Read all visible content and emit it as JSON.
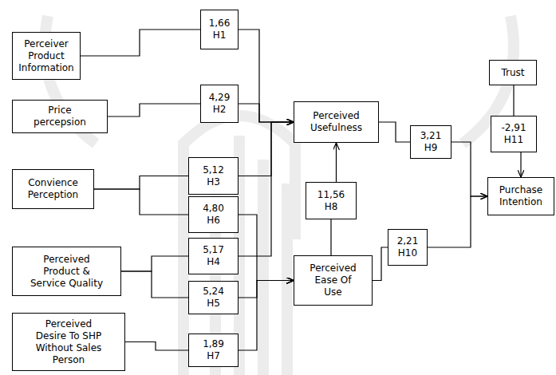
{
  "diagram": {
    "nodes": [
      {
        "text": [
          "Perceiver Product Information"
        ]
      },
      {
        "text": [
          "1,66",
          "H1"
        ]
      },
      {
        "text": [
          "Price percepsion"
        ]
      },
      {
        "text": [
          "4,29",
          "H2"
        ]
      },
      {
        "text": [
          "Trust"
        ]
      },
      {
        "text": [
          "Perceived Usefulness"
        ]
      },
      {
        "text": [
          "3,21",
          "H9"
        ]
      },
      {
        "text": [
          "-2,91",
          "H11"
        ]
      },
      {
        "text": [
          "Convience Perception"
        ]
      },
      {
        "text": [
          "5,12",
          "H3"
        ]
      },
      {
        "text": [
          "Purchase Intention"
        ]
      },
      {
        "text": [
          "4,80",
          "H6"
        ]
      },
      {
        "text": [
          "11,56",
          "H8"
        ]
      },
      {
        "text": [
          "Perceived Product & Service Quality"
        ]
      },
      {
        "text": [
          "5,17",
          "H4"
        ]
      },
      {
        "text": [
          "2,21",
          "H10"
        ]
      },
      {
        "text": [
          "5,24",
          "H5"
        ]
      },
      {
        "text": [
          "Perceived Ease Of Use"
        ]
      },
      {
        "text": [
          "Perceived Desire To SHP Without Sales Person"
        ]
      },
      {
        "text": [
          "1,89",
          "H7"
        ]
      }
    ],
    "edges": [
      {
        "from": 0,
        "to": 1,
        "arrow": "none"
      },
      {
        "from": 1,
        "to": 5,
        "arrow": "to"
      },
      {
        "from": 2,
        "to": 3,
        "arrow": "none"
      },
      {
        "from": 3,
        "to": 5,
        "arrow": "to"
      },
      {
        "from": 8,
        "to": 9,
        "arrow": "none"
      },
      {
        "from": 9,
        "to": 5,
        "arrow": "to"
      },
      {
        "from": 8,
        "to": 11,
        "arrow": "none"
      },
      {
        "from": 11,
        "to": 17,
        "arrow": "to"
      },
      {
        "from": 13,
        "to": 14,
        "arrow": "none"
      },
      {
        "from": 14,
        "to": 5,
        "arrow": "to"
      },
      {
        "from": 13,
        "to": 16,
        "arrow": "none"
      },
      {
        "from": 16,
        "to": 17,
        "arrow": "to"
      },
      {
        "from": 18,
        "to": 19,
        "arrow": "none"
      },
      {
        "from": 19,
        "to": 17,
        "arrow": "to"
      },
      {
        "from": 17,
        "to": 12,
        "arrow": "none"
      },
      {
        "from": 12,
        "to": 5,
        "arrow": "to"
      },
      {
        "from": 5,
        "to": 6,
        "arrow": "none"
      },
      {
        "from": 6,
        "to": 10,
        "arrow": "to"
      },
      {
        "from": 17,
        "to": 15,
        "arrow": "none"
      },
      {
        "from": 15,
        "to": 10,
        "arrow": "to"
      },
      {
        "from": 4,
        "to": 7,
        "arrow": "none"
      },
      {
        "from": 7,
        "to": 10,
        "arrow": "to"
      }
    ]
  }
}
